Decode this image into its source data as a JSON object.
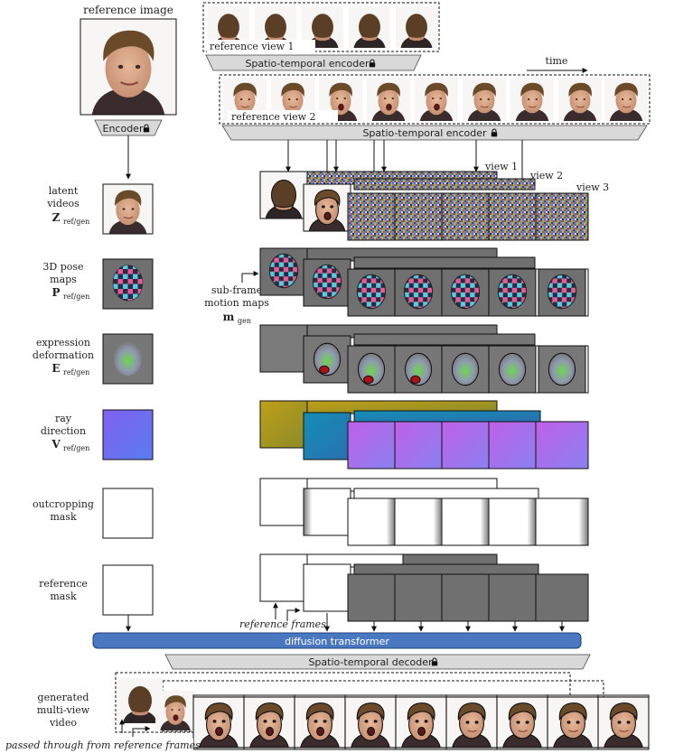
{
  "top": {
    "reference_image_label": "reference image",
    "encoder_label": "Encoder",
    "reference_view1_label": "reference view 1",
    "reference_view2_label": "reference view 2",
    "spatiotemporal_encoder_label": "Spatio-temporal encoder",
    "time_label": "time"
  },
  "views": {
    "view1": "view 1",
    "view2": "view 2",
    "view3": "view 3"
  },
  "rows": {
    "latent": {
      "line1": "latent",
      "line2": "videos",
      "symbol": "Z",
      "sub": "ref/gen"
    },
    "pose": {
      "line1": "3D pose",
      "line2": "maps",
      "symbol": "P",
      "sub": "ref/gen"
    },
    "expression": {
      "line1": "expression",
      "line2": "deformation",
      "symbol": "E",
      "sub": "ref/gen"
    },
    "ray": {
      "line1": "ray",
      "line2": "direction",
      "symbol": "V",
      "sub": "ref/gen"
    },
    "outcrop": {
      "line1": "outcropping",
      "line2": "mask"
    },
    "refmask": {
      "line1": "reference",
      "line2": "mask"
    }
  },
  "motion": {
    "line1": "sub-frame",
    "line2": "motion maps",
    "symbol": "m",
    "sub": "gen"
  },
  "bottom": {
    "reference_frames_label": "reference frames",
    "diffusion_transformer_label": "diffusion transformer",
    "decoder_label": "Spatio-temporal decoder",
    "generated_line1": "generated",
    "generated_line2": "multi-view",
    "generated_line3": "video",
    "passed_through_label": "passed through from reference frames"
  },
  "colors": {
    "frame_border": "#1a1a1a",
    "encoder_fill": "#d9d9d9",
    "diffusion_fill": "#4a78c0",
    "mask_gray": "#707070",
    "ray_ref_gold": "#b59a1a",
    "ray_ref_teal": "#1a8fb0",
    "ray_gen_purple": "#a46be0"
  },
  "icons": [
    "lock-icon",
    "arrow-right-icon"
  ]
}
